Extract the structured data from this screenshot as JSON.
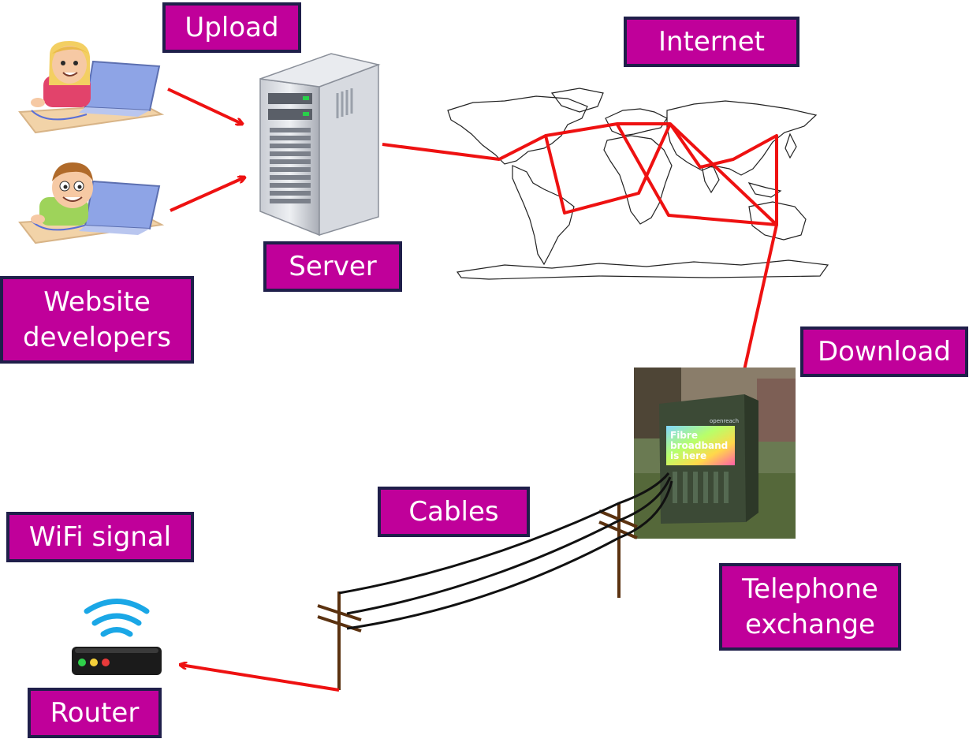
{
  "colors": {
    "label_fill": "#c0009a",
    "label_border": "#1f1f4a",
    "arrow": "#ee1111",
    "cable": "#111111",
    "pole": "#5b3210"
  },
  "labels": {
    "upload": "Upload",
    "server": "Server",
    "internet": "Internet",
    "website_developers": [
      "Website",
      "developers"
    ],
    "download": "Download",
    "cables": "Cables",
    "wifi_signal": "WiFi signal",
    "telephone_exchange": [
      "Telephone",
      "exchange"
    ],
    "router": "Router"
  },
  "photo": {
    "sign_brand": "openreach",
    "sign_text": [
      "Fibre",
      "broadband",
      "is here"
    ]
  },
  "icons": [
    "developer-girl-laptop-icon",
    "developer-boy-laptop-icon",
    "server-tower-icon",
    "world-map-icon",
    "street-cabinet-photo",
    "telegraph-pole-icon",
    "wifi-router-icon"
  ]
}
